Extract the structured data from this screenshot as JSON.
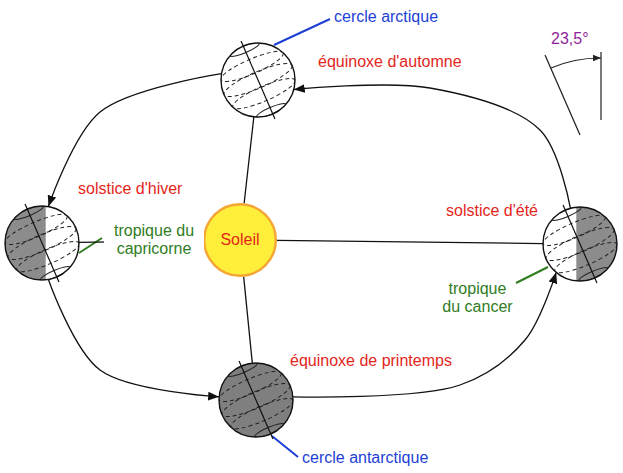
{
  "diagram": {
    "nodes": [
      {
        "text": [
          "équinoxe d'automne"
        ]
      },
      {
        "text": [
          "solstice d'hiver"
        ]
      },
      {
        "text": [
          "Soleil"
        ]
      },
      {
        "text": [
          "solstice d'été"
        ]
      },
      {
        "text": [
          "équinoxe de printemps"
        ]
      }
    ],
    "edges": [
      {
        "from": 0,
        "to": 1,
        "arrow": "to"
      },
      {
        "from": 1,
        "to": 4,
        "arrow": "to"
      },
      {
        "from": 4,
        "to": 3,
        "arrow": "to"
      },
      {
        "from": 3,
        "to": 0,
        "arrow": "to"
      },
      {
        "from": 2,
        "to": 0,
        "arrow": "none"
      },
      {
        "from": 2,
        "to": 1,
        "arrow": "none"
      },
      {
        "from": 2,
        "to": 3,
        "arrow": "none"
      },
      {
        "from": 2,
        "to": 4,
        "arrow": "none"
      }
    ],
    "labels": [
      "cercle arctique",
      "23,5°",
      "tropique du capricorne",
      "tropique du cancer",
      "cercle antarctique"
    ]
  }
}
